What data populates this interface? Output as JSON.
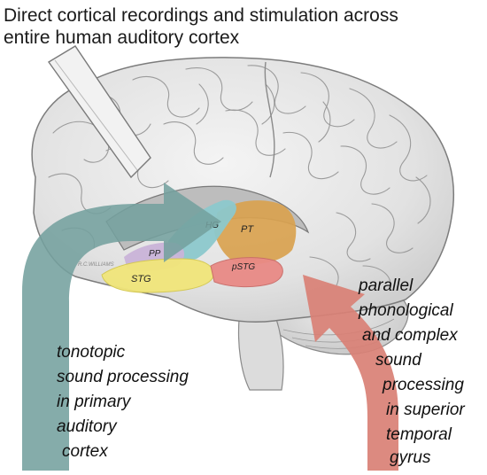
{
  "title": {
    "line1": "Direct cortical recordings and stimulation across",
    "line2": "entire human auditory cortex"
  },
  "regions": {
    "hg": "HG",
    "pt": "PT",
    "pp": "PP",
    "stg": "STG",
    "pstg": "pSTG"
  },
  "left_caption": {
    "line1": "tonotopic",
    "line2": "sound processing",
    "line3": "in primary",
    "line4": "auditory",
    "line5": "cortex"
  },
  "right_caption": {
    "line1": "parallel",
    "line2": "phonological",
    "line3": "and complex",
    "line4": "sound",
    "line5": "processing",
    "line6": "in superior",
    "line7": "temporal",
    "line8": "gyrus"
  },
  "colors": {
    "teal_arrow": "#74a09e",
    "salmon_arrow": "#d98075",
    "hg": "#8cc8cc",
    "pt": "#d9a24f",
    "pp": "#c9b3d8",
    "stg": "#f1e67a",
    "pstg": "#e98a86",
    "brain": "#e8e8e8"
  }
}
